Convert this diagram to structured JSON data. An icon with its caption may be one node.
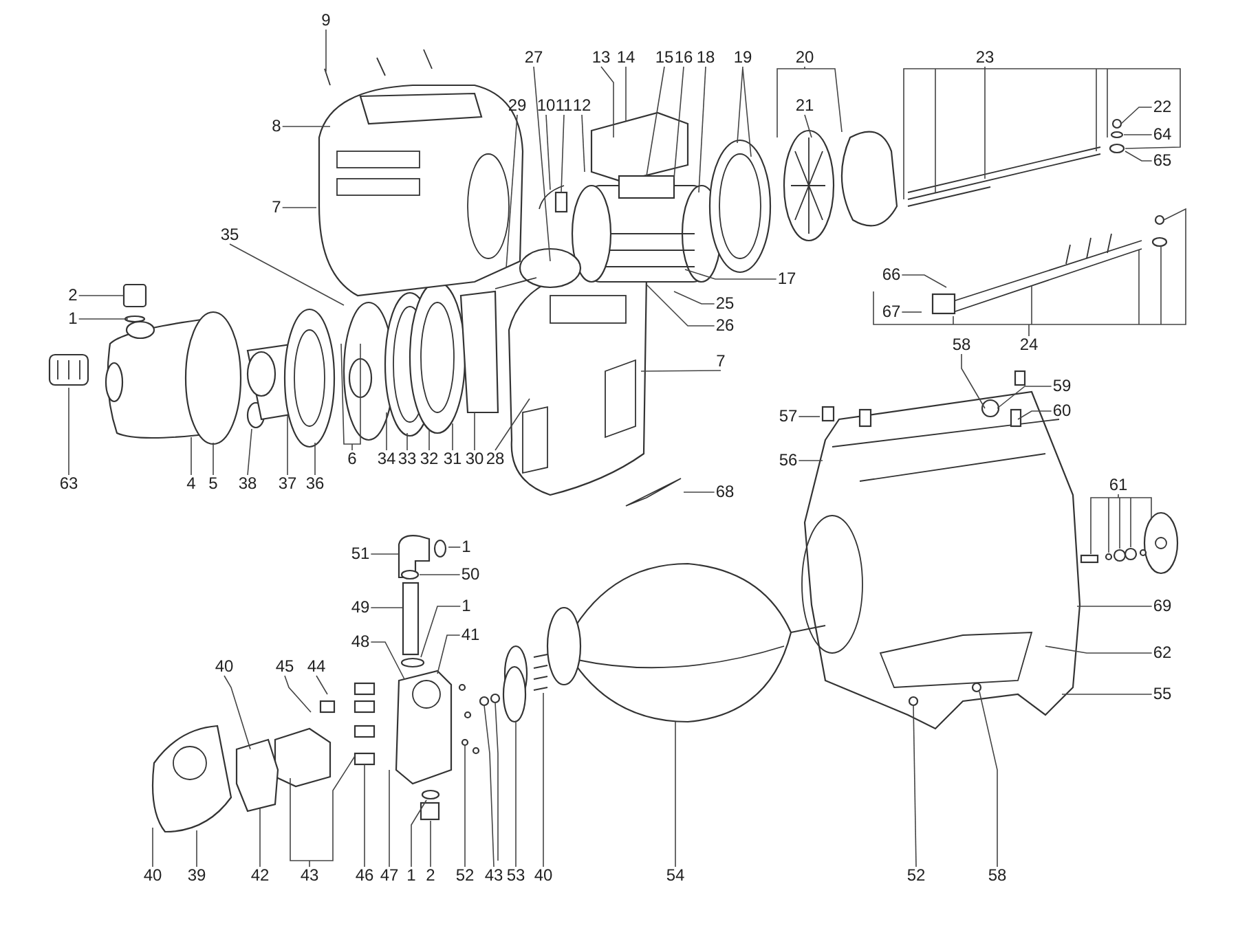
{
  "diagram": {
    "nodes": [
      {
        "text": [
          "9"
        ]
      },
      {
        "text": [
          "8"
        ]
      },
      {
        "text": [
          "7"
        ]
      },
      {
        "text": [
          "35"
        ]
      },
      {
        "text": [
          "2"
        ]
      },
      {
        "text": [
          "1"
        ]
      },
      {
        "text": [
          "63"
        ]
      },
      {
        "text": [
          "4"
        ]
      },
      {
        "text": [
          "5"
        ]
      },
      {
        "text": [
          "38"
        ]
      },
      {
        "text": [
          "37"
        ]
      },
      {
        "text": [
          "36"
        ]
      },
      {
        "text": [
          "6"
        ]
      },
      {
        "text": [
          "34"
        ]
      },
      {
        "text": [
          "33"
        ]
      },
      {
        "text": [
          "32"
        ]
      },
      {
        "text": [
          "31"
        ]
      },
      {
        "text": [
          "30"
        ]
      },
      {
        "text": [
          "28"
        ]
      },
      {
        "text": [
          "27"
        ]
      },
      {
        "text": [
          "29"
        ]
      },
      {
        "text": [
          "10"
        ]
      },
      {
        "text": [
          "11"
        ]
      },
      {
        "text": [
          "12"
        ]
      },
      {
        "text": [
          "13"
        ]
      },
      {
        "text": [
          "14"
        ]
      },
      {
        "text": [
          "15"
        ]
      },
      {
        "text": [
          "16"
        ]
      },
      {
        "text": [
          "18"
        ]
      },
      {
        "text": [
          "19"
        ]
      },
      {
        "text": [
          "20"
        ]
      },
      {
        "text": [
          "21"
        ]
      },
      {
        "text": [
          "23"
        ]
      },
      {
        "text": [
          "22"
        ]
      },
      {
        "text": [
          "64"
        ]
      },
      {
        "text": [
          "65"
        ]
      },
      {
        "text": [
          "17"
        ]
      },
      {
        "text": [
          "25"
        ]
      },
      {
        "text": [
          "26"
        ]
      },
      {
        "text": [
          "7"
        ]
      },
      {
        "text": [
          "66"
        ]
      },
      {
        "text": [
          "67"
        ]
      },
      {
        "text": [
          "58"
        ]
      },
      {
        "text": [
          "24"
        ]
      },
      {
        "text": [
          "59"
        ]
      },
      {
        "text": [
          "57"
        ]
      },
      {
        "text": [
          "60"
        ]
      },
      {
        "text": [
          "56"
        ]
      },
      {
        "text": [
          "61"
        ]
      },
      {
        "text": [
          "68"
        ]
      },
      {
        "text": [
          "69"
        ]
      },
      {
        "text": [
          "62"
        ]
      },
      {
        "text": [
          "55"
        ]
      },
      {
        "text": [
          "51"
        ]
      },
      {
        "text": [
          "1"
        ]
      },
      {
        "text": [
          "50"
        ]
      },
      {
        "text": [
          "49"
        ]
      },
      {
        "text": [
          "1"
        ]
      },
      {
        "text": [
          "48"
        ]
      },
      {
        "text": [
          "41"
        ]
      },
      {
        "text": [
          "45"
        ]
      },
      {
        "text": [
          "44"
        ]
      },
      {
        "text": [
          "40"
        ]
      },
      {
        "text": [
          "40"
        ]
      },
      {
        "text": [
          "39"
        ]
      },
      {
        "text": [
          "42"
        ]
      },
      {
        "text": [
          "43"
        ]
      },
      {
        "text": [
          "46"
        ]
      },
      {
        "text": [
          "47"
        ]
      },
      {
        "text": [
          "1"
        ]
      },
      {
        "text": [
          "2"
        ]
      },
      {
        "text": [
          "52"
        ]
      },
      {
        "text": [
          "43"
        ]
      },
      {
        "text": [
          "53"
        ]
      },
      {
        "text": [
          "40"
        ]
      },
      {
        "text": [
          "54"
        ]
      },
      {
        "text": [
          "52"
        ]
      },
      {
        "text": [
          "58"
        ]
      }
    ],
    "edges": [
      {
        "from": 0,
        "to": null,
        "arrow": "none"
      },
      {
        "from": 1,
        "to": null,
        "arrow": "none"
      },
      {
        "from": 2,
        "to": null,
        "arrow": "none"
      },
      {
        "from": 3,
        "to": null,
        "arrow": "none"
      },
      {
        "from": 4,
        "to": null,
        "arrow": "none"
      },
      {
        "from": 5,
        "to": null,
        "arrow": "none"
      },
      {
        "from": 6,
        "to": null,
        "arrow": "none"
      },
      {
        "from": 7,
        "to": null,
        "arrow": "none"
      },
      {
        "from": 8,
        "to": null,
        "arrow": "none"
      },
      {
        "from": 9,
        "to": null,
        "arrow": "none"
      },
      {
        "from": 10,
        "to": null,
        "arrow": "none"
      },
      {
        "from": 11,
        "to": null,
        "arrow": "none"
      },
      {
        "from": 12,
        "to": null,
        "arrow": "none"
      },
      {
        "from": 13,
        "to": null,
        "arrow": "none"
      },
      {
        "from": 14,
        "to": null,
        "arrow": "none"
      },
      {
        "from": 15,
        "to": null,
        "arrow": "none"
      },
      {
        "from": 16,
        "to": null,
        "arrow": "none"
      },
      {
        "from": 17,
        "to": null,
        "arrow": "none"
      },
      {
        "from": 18,
        "to": null,
        "arrow": "none"
      },
      {
        "from": 19,
        "to": null,
        "arrow": "none"
      },
      {
        "from": 20,
        "to": null,
        "arrow": "none"
      },
      {
        "from": 21,
        "to": null,
        "arrow": "none"
      },
      {
        "from": 22,
        "to": null,
        "arrow": "none"
      },
      {
        "from": 23,
        "to": null,
        "arrow": "none"
      },
      {
        "from": 24,
        "to": null,
        "arrow": "none"
      },
      {
        "from": 25,
        "to": null,
        "arrow": "none"
      },
      {
        "from": 26,
        "to": null,
        "arrow": "none"
      },
      {
        "from": 27,
        "to": null,
        "arrow": "none"
      },
      {
        "from": 28,
        "to": null,
        "arrow": "none"
      },
      {
        "from": 29,
        "to": null,
        "arrow": "none"
      },
      {
        "from": 30,
        "to": null,
        "arrow": "none"
      },
      {
        "from": 31,
        "to": null,
        "arrow": "none"
      },
      {
        "from": 32,
        "to": null,
        "arrow": "none"
      },
      {
        "from": 33,
        "to": null,
        "arrow": "none"
      },
      {
        "from": 34,
        "to": null,
        "arrow": "none"
      },
      {
        "from": 35,
        "to": null,
        "arrow": "none"
      },
      {
        "from": 36,
        "to": null,
        "arrow": "none"
      },
      {
        "from": 37,
        "to": null,
        "arrow": "none"
      },
      {
        "from": 38,
        "to": null,
        "arrow": "none"
      },
      {
        "from": 39,
        "to": null,
        "arrow": "none"
      },
      {
        "from": 40,
        "to": null,
        "arrow": "none"
      },
      {
        "from": 41,
        "to": null,
        "arrow": "none"
      },
      {
        "from": 42,
        "to": null,
        "arrow": "none"
      },
      {
        "from": 43,
        "to": null,
        "arrow": "none"
      },
      {
        "from": 44,
        "to": null,
        "arrow": "none"
      },
      {
        "from": 45,
        "to": null,
        "arrow": "none"
      },
      {
        "from": 46,
        "to": null,
        "arrow": "none"
      },
      {
        "from": 47,
        "to": null,
        "arrow": "none"
      },
      {
        "from": 48,
        "to": null,
        "arrow": "none"
      },
      {
        "from": 49,
        "to": null,
        "arrow": "none"
      },
      {
        "from": 50,
        "to": null,
        "arrow": "none"
      },
      {
        "from": 51,
        "to": null,
        "arrow": "none"
      },
      {
        "from": 52,
        "to": null,
        "arrow": "none"
      },
      {
        "from": 53,
        "to": null,
        "arrow": "none"
      },
      {
        "from": 54,
        "to": null,
        "arrow": "none"
      },
      {
        "from": 55,
        "to": null,
        "arrow": "none"
      },
      {
        "from": 56,
        "to": null,
        "arrow": "none"
      },
      {
        "from": 57,
        "to": null,
        "arrow": "none"
      },
      {
        "from": 58,
        "to": null,
        "arrow": "none"
      },
      {
        "from": 59,
        "to": null,
        "arrow": "none"
      },
      {
        "from": 60,
        "to": null,
        "arrow": "none"
      },
      {
        "from": 61,
        "to": null,
        "arrow": "none"
      },
      {
        "from": 62,
        "to": null,
        "arrow": "none"
      },
      {
        "from": 63,
        "to": null,
        "arrow": "none"
      },
      {
        "from": 64,
        "to": null,
        "arrow": "none"
      },
      {
        "from": 65,
        "to": null,
        "arrow": "none"
      },
      {
        "from": 66,
        "to": null,
        "arrow": "none"
      },
      {
        "from": 67,
        "to": null,
        "arrow": "none"
      },
      {
        "from": 68,
        "to": null,
        "arrow": "none"
      },
      {
        "from": 69,
        "to": null,
        "arrow": "none"
      },
      {
        "from": 70,
        "to": null,
        "arrow": "none"
      },
      {
        "from": 71,
        "to": null,
        "arrow": "none"
      },
      {
        "from": 72,
        "to": null,
        "arrow": "none"
      },
      {
        "from": 73,
        "to": null,
        "arrow": "none"
      },
      {
        "from": 74,
        "to": null,
        "arrow": "none"
      },
      {
        "from": 75,
        "to": null,
        "arrow": "none"
      },
      {
        "from": 76,
        "to": null,
        "arrow": "none"
      },
      {
        "from": 77,
        "to": null,
        "arrow": "none"
      }
    ]
  }
}
